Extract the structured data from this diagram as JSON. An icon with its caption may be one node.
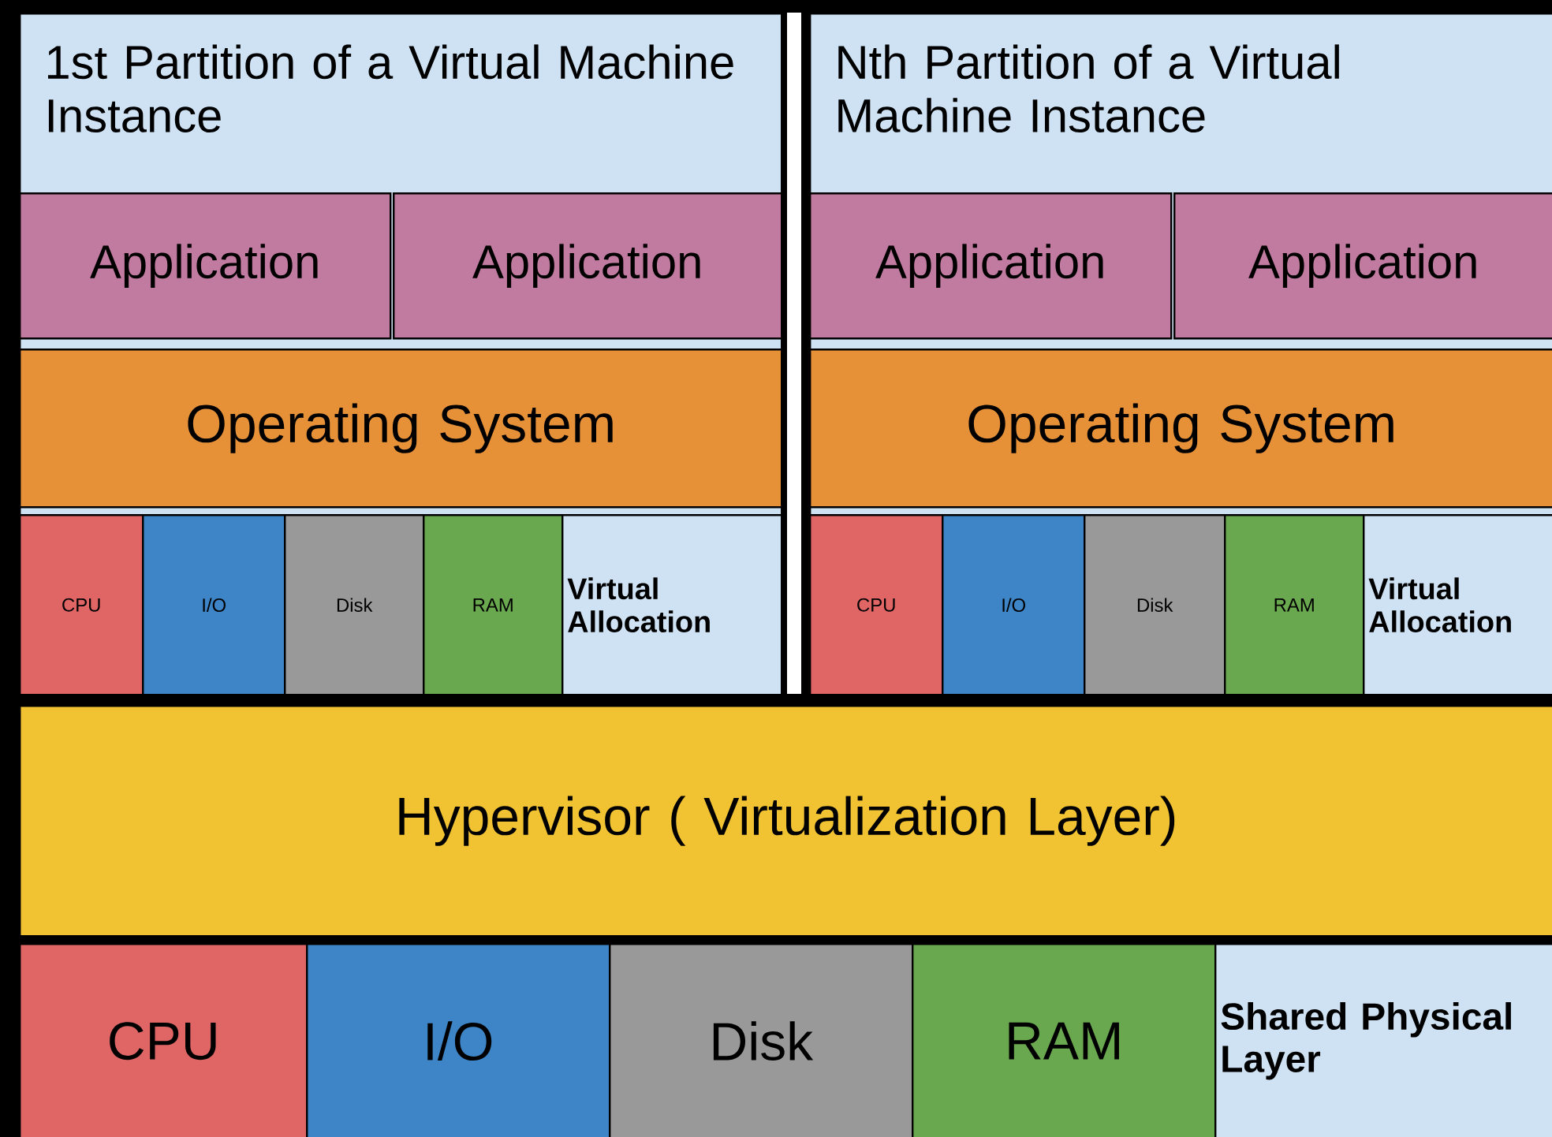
{
  "diagram": {
    "nodes": [
      {
        "text": [
          "1st Partition of a Virtual Machine Instance"
        ]
      },
      {
        "text": [
          "Application"
        ],
        "in": 0
      },
      {
        "text": [
          "Application"
        ],
        "in": 0
      },
      {
        "text": [
          "Operating System"
        ],
        "in": 0
      },
      {
        "text": [
          "CPU"
        ],
        "in": 0
      },
      {
        "text": [
          "I/O"
        ],
        "in": 0
      },
      {
        "text": [
          "Disk"
        ],
        "in": 0
      },
      {
        "text": [
          "RAM"
        ],
        "in": 0
      },
      {
        "text": [
          "Virtual Allocation"
        ],
        "in": 0
      },
      {
        "text": [
          "Nth Partition of a Virtual Machine Instance"
        ]
      },
      {
        "text": [
          "Application"
        ],
        "in": 9
      },
      {
        "text": [
          "Application"
        ],
        "in": 9
      },
      {
        "text": [
          "Operating System"
        ],
        "in": 9
      },
      {
        "text": [
          "CPU"
        ],
        "in": 9
      },
      {
        "text": [
          "I/O"
        ],
        "in": 9
      },
      {
        "text": [
          "Disk"
        ],
        "in": 9
      },
      {
        "text": [
          "RAM"
        ],
        "in": 9
      },
      {
        "text": [
          "Virtual Allocation"
        ],
        "in": 9
      },
      {
        "text": [
          "Hypervisor ( Virtualization Layer)"
        ]
      },
      {
        "text": [
          "CPU"
        ]
      },
      {
        "text": [
          "I/O"
        ]
      },
      {
        "text": [
          "Disk"
        ]
      },
      {
        "text": [
          "RAM"
        ]
      },
      {
        "text": [
          "Shared Physical Layer"
        ]
      }
    ],
    "edges": []
  }
}
